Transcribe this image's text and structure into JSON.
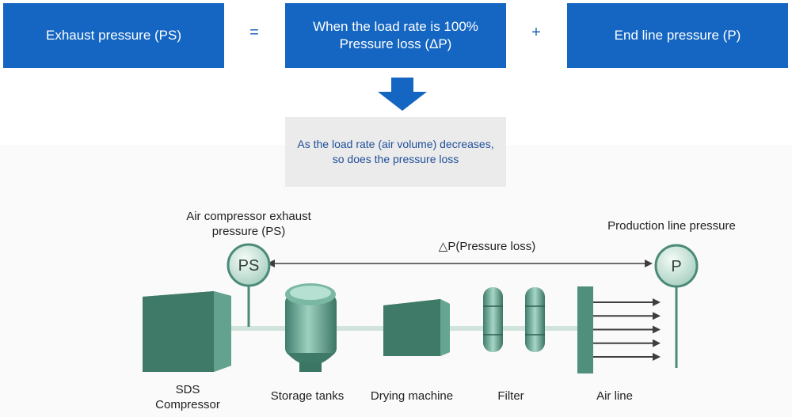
{
  "equation": {
    "left_box": "Exhaust pressure (PS)",
    "equals": "=",
    "middle_box_line1": "When the load rate is 100%",
    "middle_box_line2": "Pressure loss (ΔP)",
    "plus": "+",
    "right_box": "End line pressure (P)"
  },
  "note": "As the load rate (air volume) decreases, so does the pressure loss",
  "diagram": {
    "ps_gauge_label_line1": "Air compressor exhaust",
    "ps_gauge_label_line2": "pressure (PS)",
    "ps_gauge_symbol": "PS",
    "p_gauge_label": "Production line pressure",
    "p_gauge_symbol": "P",
    "pressure_loss_label": "△P(Pressure loss)",
    "components": {
      "compressor_line1": "SDS",
      "compressor_line2": "Compressor",
      "storage": "Storage tanks",
      "drying": "Drying machine",
      "filter": "Filter",
      "air_line": "Air line"
    },
    "outlet_arrow_count": 5
  },
  "colors": {
    "box_blue": "#1466c2",
    "note_text": "#1f4f99",
    "equipment_green": "#5a9a86"
  }
}
